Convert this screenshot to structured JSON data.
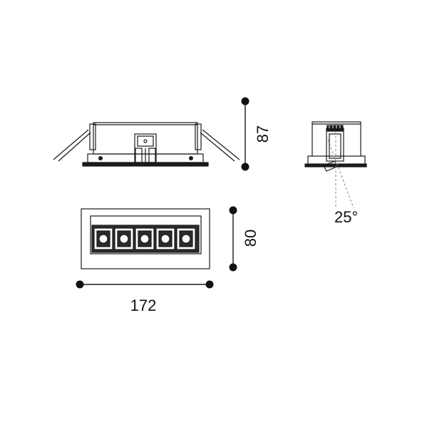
{
  "dimensions": {
    "height_label": "87",
    "depth_label": "80",
    "width_label": "172",
    "tilt_angle_label": "25°"
  },
  "led_module": {
    "led_count": 5
  },
  "colors": {
    "line": "#1a1a1a",
    "dark_fill": "#2b2b2b",
    "dashed": "#888888"
  }
}
